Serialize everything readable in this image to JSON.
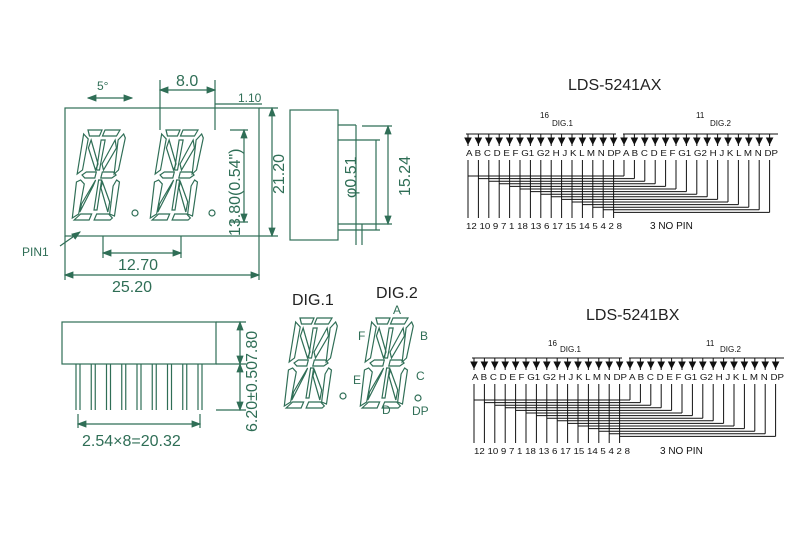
{
  "front": {
    "dims": {
      "angle": "5°",
      "pitch": "8.0",
      "dp_offset": "1.10",
      "height_total": "21.20",
      "digit_height": "13.80(0.54\")",
      "digit_pitch": "12.70",
      "width_total": "25.20"
    },
    "pin1_label": "PIN1"
  },
  "side": {
    "pin_dia": "φ0.51",
    "height": "15.24"
  },
  "bottom": {
    "body_h": "7.80",
    "pin_len": "6.20±0.50",
    "pin_pitch": "2.54×8=20.32"
  },
  "digits": {
    "dig1": "DIG.1",
    "dig2": "DIG.2",
    "labels": {
      "a": "A",
      "b": "B",
      "c": "C",
      "d": "D",
      "e": "E",
      "f": "F",
      "dp": "DP"
    }
  },
  "schem_a": {
    "title": "LDS-5241AX",
    "dig1_label": "DIG.1",
    "dig1_pin": "16",
    "dig2_label": "DIG.2",
    "dig2_pin": "11",
    "segments": "A B C D E F G1 G2 H J K L M N DP A B C D E F G1 G2 H J K L M N DP",
    "pins": "12 10 9 7 1 18 13 6 17 15 14 5 4 2 8",
    "no_pin": "3 NO PIN"
  },
  "schem_b": {
    "title": "LDS-5241BX",
    "dig1_label": "DIG.1",
    "dig1_pin": "16",
    "dig2_label": "DIG.2",
    "dig2_pin": "11",
    "segments": "A B C D E F G1 G2 H J K L M N DP A B C D E F G1 G2 H J K L M N DP",
    "pins": "12 10 9 7 1 18 13 6 17 15 14 5 4 2 8",
    "no_pin": "3 NO PIN"
  }
}
